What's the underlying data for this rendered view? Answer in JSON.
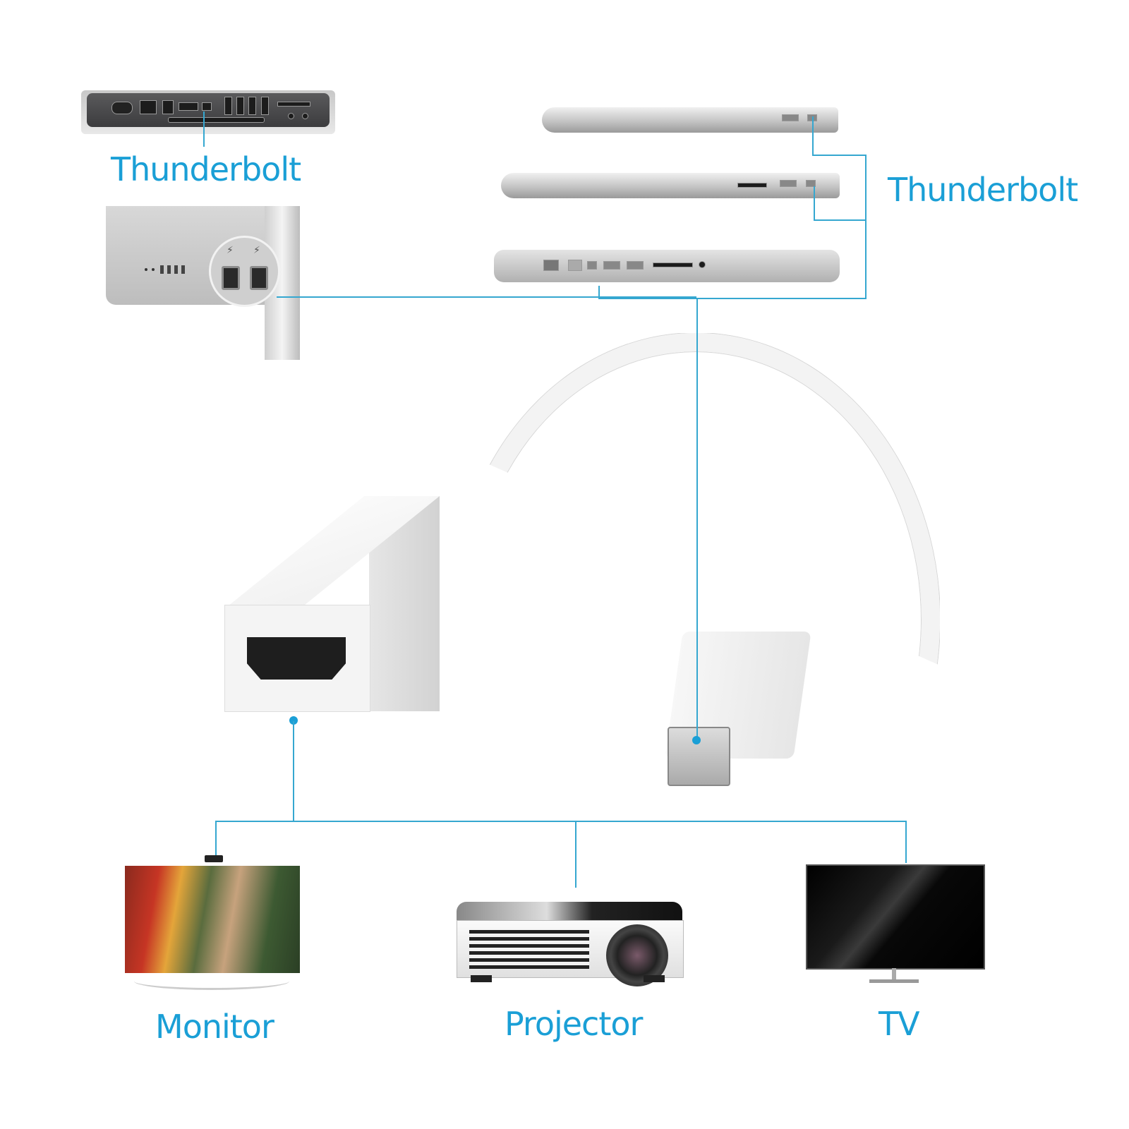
{
  "top_left": {
    "device1": {
      "name": "Mac mini rear ports"
    },
    "label": "Thunderbolt",
    "device2": {
      "name": "iMac rear ports with Thunderbolt zoom-in"
    }
  },
  "top_right": {
    "devices": [
      "MacBook Air 11-inch side",
      "MacBook Air 13-inch side",
      "MacBook Pro side"
    ],
    "label": "Thunderbolt"
  },
  "adapter": {
    "name": "Mini DisplayPort (Thunderbolt) to HDMI adapter",
    "female_end": "HDMI",
    "male_end": "Mini DisplayPort"
  },
  "outputs": [
    {
      "label": "Monitor"
    },
    {
      "label": "Projector"
    },
    {
      "label": "TV"
    }
  ],
  "colors": {
    "accent": "#1a9fd6",
    "connector_line": "#35a7d0"
  }
}
